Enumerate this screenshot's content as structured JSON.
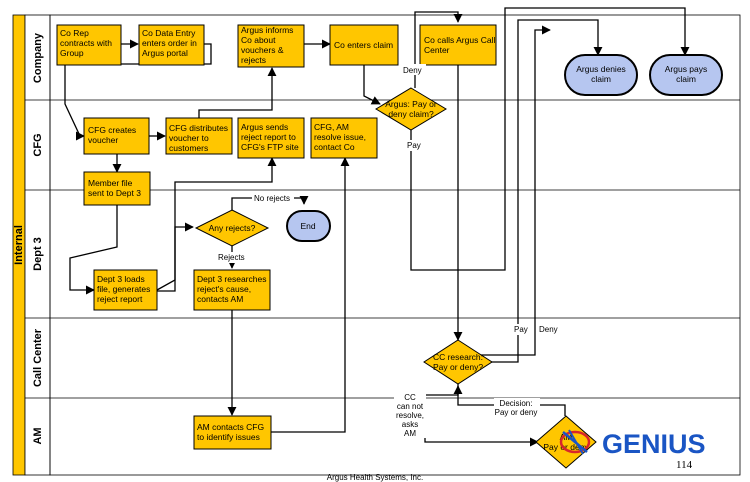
{
  "swimlane": {
    "outer_label": "Internal",
    "lanes": [
      "Company",
      "CFG",
      "Dept 3",
      "Call Center",
      "AM"
    ]
  },
  "processes": {
    "co_rep": "Co Rep contracts with Group",
    "co_data_entry": "Co Data Entry enters order in Argus portal",
    "argus_informs": "Argus informs Co about vouchers & rejects",
    "co_enters_claim": "Co enters claim",
    "co_calls_argus": "Co calls Argus Call Center",
    "cfg_creates": "CFG creates voucher",
    "cfg_distributes": "CFG distributes voucher to customers",
    "argus_sends": "Argus sends reject report to CFG's FTP site",
    "cfg_am_resolve": "CFG, AM resolve issue, contact Co",
    "member_file": "Member file sent to Dept 3",
    "dept3_loads": "Dept 3 loads file, generates reject report",
    "dept3_researches": "Dept 3 researches reject's cause, contacts AM",
    "am_contacts": "AM contacts CFG to identify issues"
  },
  "decisions": {
    "pay_or_deny": "Argus: Pay or deny claim?",
    "any_rejects": "Any rejects?",
    "cc_research": "CC research: Pay or deny?",
    "am_decision": "AM Pay or deny"
  },
  "terminals": {
    "end": "End",
    "argus_denies": "Argus denies claim",
    "argus_pays": "Argus pays claim"
  },
  "edge_labels": {
    "deny_top": "Deny",
    "pay_mid": "Pay",
    "no_rejects": "No rejects",
    "rejects": "Rejects",
    "pay_cc": "Pay",
    "deny_cc": "Deny",
    "cc_cannot": "CC can not resolve, asks AM",
    "decision_pay_deny": "Decision: Pay or deny"
  },
  "footer": {
    "caption": "Argus Health Systems, Inc.",
    "page_number": "114",
    "logo_text": "GENIUS"
  },
  "colors": {
    "process_fill": "#ffc600",
    "terminal_fill": "#b6c6f0",
    "outer_lane_fill": "#ffc600",
    "logo_blue": "#1a55c4",
    "logo_red": "#d8262b"
  }
}
